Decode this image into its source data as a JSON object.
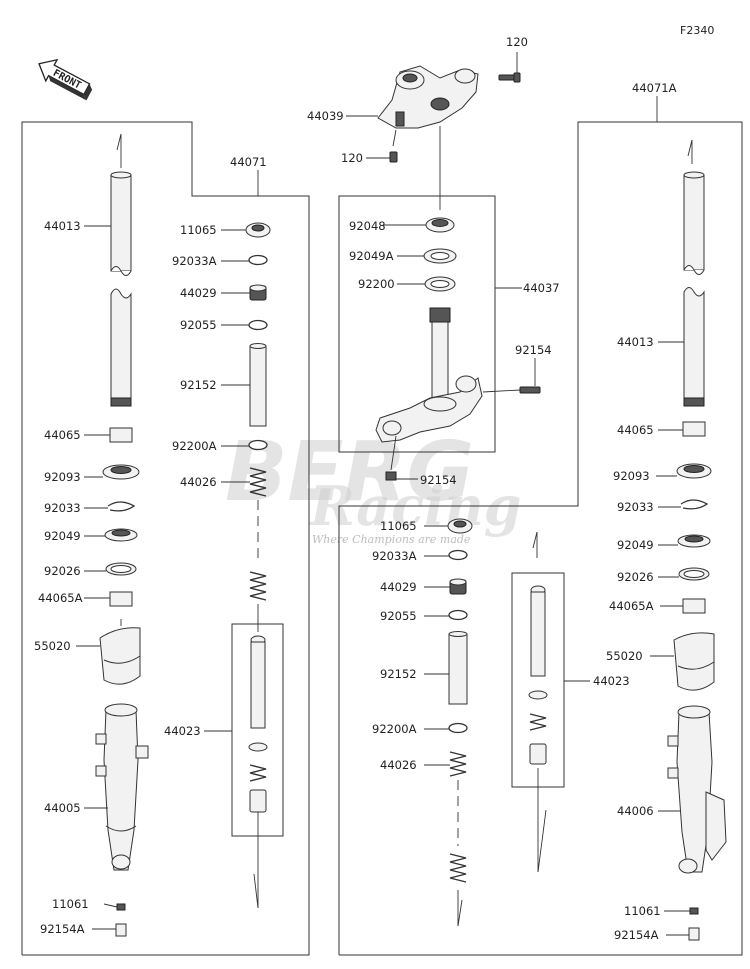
{
  "figure_code": "F2340",
  "front_label": "FRONT",
  "watermark": {
    "brand_line1": "BERG",
    "brand_line2": "Racing",
    "tagline": "Where Champions are made"
  },
  "labels": {
    "p120_top": "120",
    "p120_left": "120",
    "p44039": "44039",
    "p44071": "44071",
    "p44071A": "44071A",
    "p44037": "44037",
    "p92048": "92048",
    "p92049A_c": "92049A",
    "p92200_c": "92200",
    "p92154_c1": "92154",
    "p92154_c2": "92154",
    "L_44013": "44013",
    "L_44065": "44065",
    "L_92093": "92093",
    "L_92033": "92033",
    "L_92049": "92049",
    "L_92026": "92026",
    "L_44065A": "44065A",
    "L_55020": "55020",
    "L_44005": "44005",
    "L_11061": "11061",
    "L_92154A": "92154A",
    "L_11065": "11065",
    "L_92033A": "92033A",
    "L_44029": "44029",
    "L_92055": "92055",
    "L_92152": "92152",
    "L_92200A": "92200A",
    "L_44026": "44026",
    "L_44023": "44023",
    "M_11065": "11065",
    "M_92033A": "92033A",
    "M_44029": "44029",
    "M_92055": "92055",
    "M_92152": "92152",
    "M_92200A": "92200A",
    "M_44026": "44026",
    "M_44023": "44023",
    "R_44013": "44013",
    "R_44065": "44065",
    "R_92093": "92093",
    "R_92033": "92033",
    "R_92049": "92049",
    "R_92026": "92026",
    "R_44065A": "44065A",
    "R_55020": "55020",
    "R_44006": "44006",
    "R_11061": "11061",
    "R_92154A": "92154A"
  }
}
